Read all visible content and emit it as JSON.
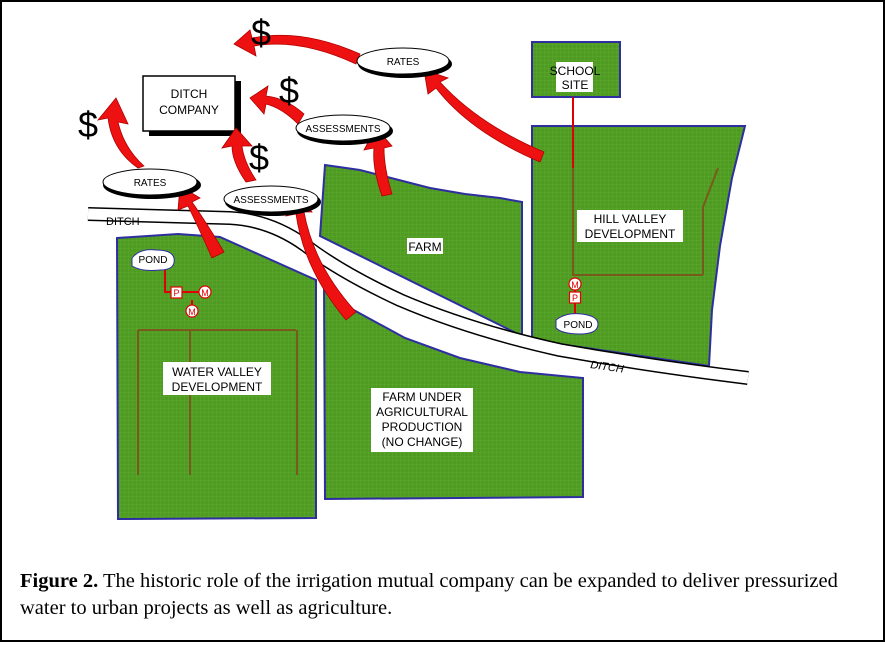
{
  "colors": {
    "field": "#4f9a22",
    "field_border": "#2e2ea0",
    "pipe": "#7a5a1c",
    "arrow": "#ee1111",
    "meter_red": "#e00000"
  },
  "labels": {
    "ditch_company": [
      "DITCH",
      "COMPANY"
    ],
    "rates": "RATES",
    "assessments": "ASSESSMENTS",
    "dollar": "$",
    "ditch": "DITCH",
    "pond": "POND",
    "meter": "M",
    "pump": "P",
    "farm": "FARM",
    "school_site": [
      "SCHOOL",
      "SITE"
    ],
    "hill_valley": [
      "HILL VALLEY",
      "DEVELOPMENT"
    ],
    "water_valley": [
      "WATER VALLEY",
      "DEVELOPMENT"
    ],
    "farm_under": [
      "FARM UNDER",
      "AGRICULTURAL",
      "PRODUCTION",
      "(NO CHANGE)"
    ]
  },
  "caption": {
    "label": "Figure 2.",
    "text": " The historic role of the irrigation mutual company can be expanded to deliver pressurized water to urban projects as well as agriculture."
  }
}
